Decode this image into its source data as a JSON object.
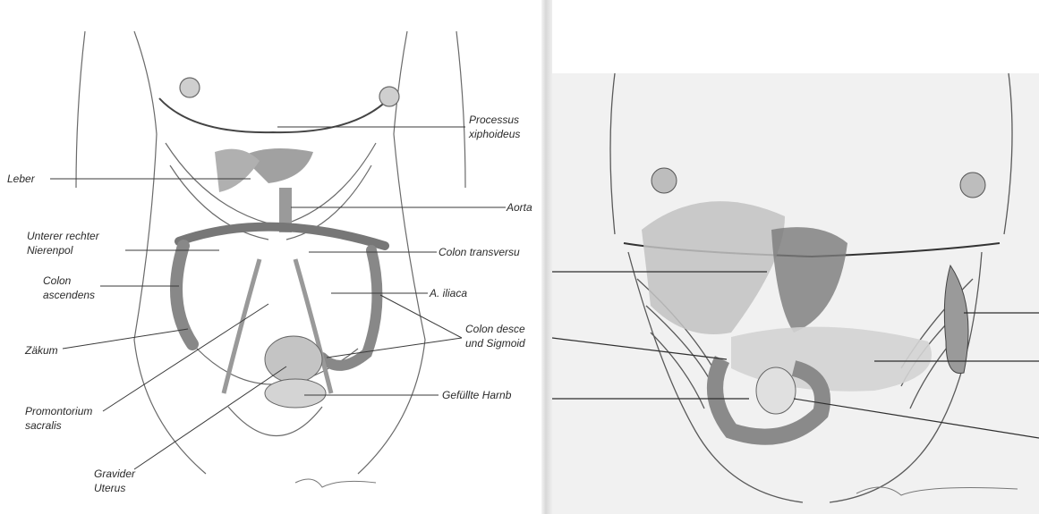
{
  "left_labels": {
    "leber": "Leber",
    "processus": [
      "Processus",
      "xiphoideus"
    ],
    "aorta": "Aorta",
    "unterer": [
      "Unterer rechter",
      "Nierenpol"
    ],
    "colon_transversum": "Colon transversu",
    "colon_ascendens": [
      "Colon",
      "ascendens"
    ],
    "a_iliaca": "A. iliaca",
    "colon_desc": [
      "Colon desce",
      "und Sigmoid"
    ],
    "zaekum": "Zäkum",
    "promontorium": [
      "Promontorium",
      "sacralis"
    ],
    "harnblase": "Gefüllte Harnb",
    "uterus": [
      "Gravider",
      "Uterus"
    ]
  },
  "colors": {
    "line": "#3a3a3a",
    "ink": "#5a5a5a",
    "label": "#2a2a2a"
  }
}
